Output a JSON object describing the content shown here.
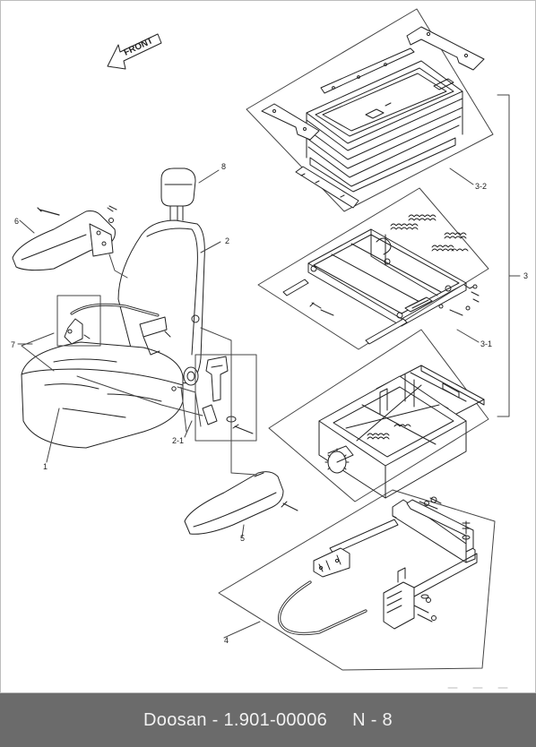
{
  "front_label": "FRONT",
  "callouts": {
    "c1": "1",
    "c2": "2",
    "c2_1": "2-1",
    "c3": "3",
    "c3_1": "3-1",
    "c3_2": "3-2",
    "c4": "4",
    "c5": "5",
    "c6": "6",
    "c7": "7",
    "c8": "8"
  },
  "footer": {
    "brand_part": "Doosan - 1.901-00006",
    "page_code": "N - 8"
  }
}
